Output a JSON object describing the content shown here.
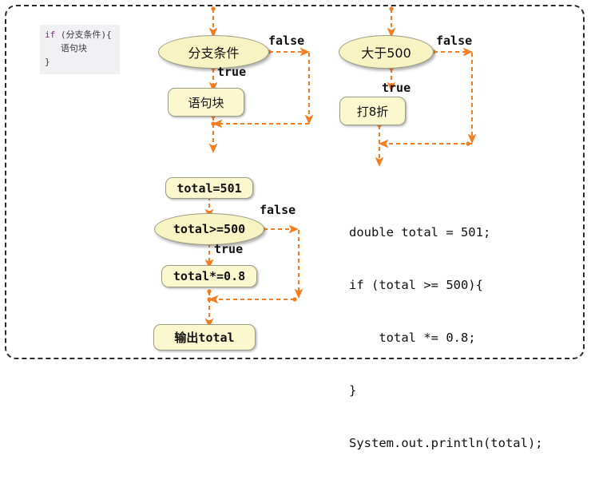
{
  "frame": {
    "border_color": "#2b2b2b",
    "style": "dashed-rounded"
  },
  "palette": {
    "arrow": "#f57c1f",
    "node_fill": "#fbf7cf",
    "ellipse_fill": "#f7f3c3",
    "node_border": "#9d9d86",
    "code_bg": "#f1f1f4",
    "keyword": "#9b1f9b",
    "text": "#111111"
  },
  "pseudocode": {
    "line1_keyword": "if",
    "line1_rest": " (分支条件){",
    "line2": "   语句块",
    "line3": "}"
  },
  "javacode": {
    "lines": [
      "double total = 501;",
      "if (total >= 500){",
      "    total *= 0.8;",
      "}",
      "System.out.println(total);"
    ]
  },
  "flow_generic": {
    "decision": "分支条件",
    "statement": "语句块",
    "label_true": "true",
    "label_false": "false"
  },
  "flow_discount": {
    "decision": "大于500",
    "statement": "打8折",
    "label_true": "true",
    "label_false": "false"
  },
  "flow_concrete": {
    "init": "total=501",
    "decision": "total>=500",
    "statement": "total*=0.8",
    "output": "输出total",
    "label_true": "true",
    "label_false": "false"
  }
}
